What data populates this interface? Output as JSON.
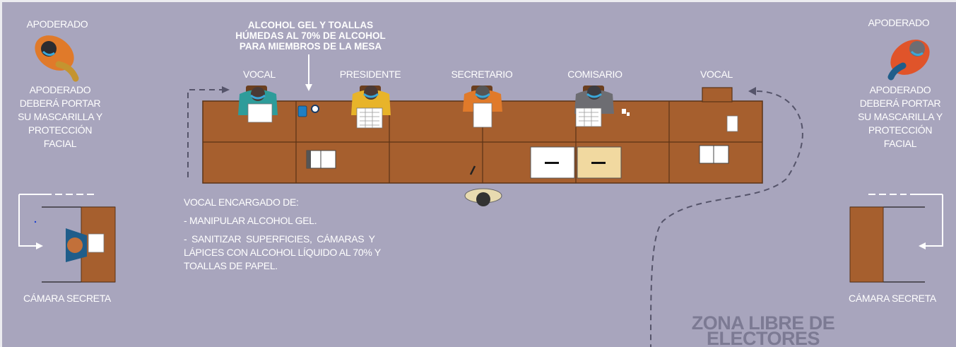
{
  "heading": {
    "lines": [
      "ALCOHOL GEL Y TOALLAS",
      "HÚMEDAS AL 70% DE ALCOHOL",
      "PARA MIEMBROS DE LA MESA"
    ]
  },
  "roles": {
    "vocal_left": "VOCAL",
    "presidente": "PRESIDENTE",
    "secretario": "SECRETARIO",
    "comisario": "COMISARIO",
    "vocal_right": "VOCAL"
  },
  "apoderado_left": {
    "title": "APODERADO",
    "note": [
      "APODERADO",
      "DEBERÁ PORTAR",
      "SU MASCARILLA Y",
      "PROTECCIÓN",
      "FACIAL"
    ]
  },
  "apoderado_right": {
    "title": "APODERADO",
    "note": [
      "APODERADO",
      "DEBERÁ PORTAR",
      "SU MASCARILLA Y",
      "PROTECCIÓN",
      "FACIAL"
    ]
  },
  "camara_left": "CÁMARA SECRETA",
  "camara_right": "CÁMARA SECRETA",
  "vocal_tasks": {
    "title": "VOCAL ENCARGADO DE:",
    "task1": "- MANIPULAR ALCOHOL GEL.",
    "task2": [
      "- SANITIZAR SUPERFICIES, CÁMARAS Y",
      "LÁPICES CON ALCOHOL LÍQUIDO AL 70% Y",
      "TOALLAS DE PAPEL."
    ]
  },
  "zone": [
    "ZONA LIBRE DE",
    "ELECTORES"
  ],
  "colors": {
    "background": "#a8a5bd",
    "table": "#a65f2e",
    "table_line": "#5a3316",
    "teal": "#2e9c9a",
    "yellow": "#e8b42a",
    "orange": "#e07a2a",
    "gray": "#6d6d72",
    "red": "#e0542a",
    "blue": "#1f5d8a",
    "mask": "#3aa7d8"
  }
}
